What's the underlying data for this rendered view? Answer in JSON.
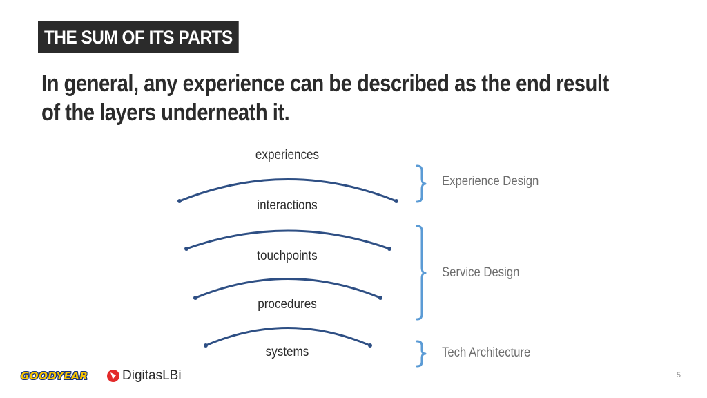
{
  "section_tag": "THE SUM OF ITS PARTS",
  "headline_line1": "In general, any experience can be described as the end result",
  "headline_line2": "of the layers underneath it.",
  "layers": [
    "experiences",
    "interactions",
    "touchpoints",
    "procedures",
    "systems"
  ],
  "groups": [
    "Experience Design",
    "Service Design",
    "Tech Architecture"
  ],
  "logos": {
    "goodyear": "GOODYEAR",
    "digitas": "DigitasLBi"
  },
  "page_number": "5",
  "colors": {
    "arc": "#2e4f84",
    "brace": "#5b9bd5",
    "tag_bg": "#2b2b2b"
  }
}
